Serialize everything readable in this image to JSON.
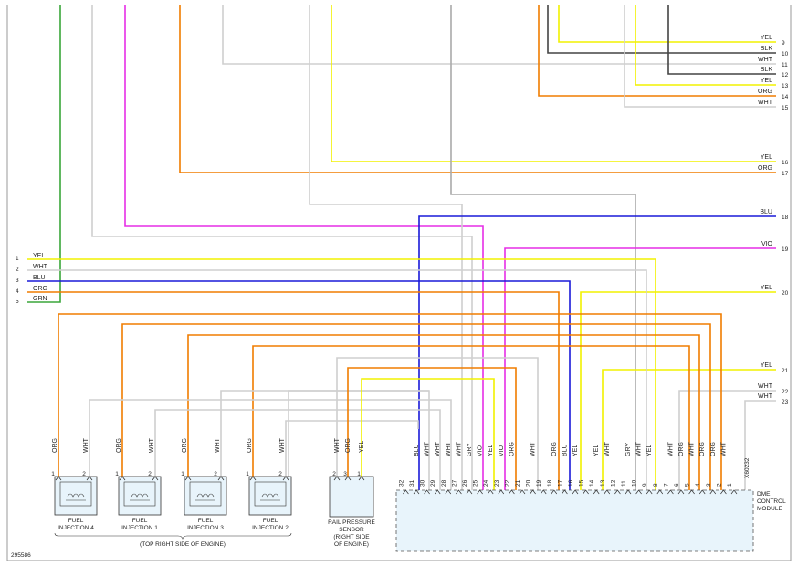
{
  "diagram_id": "295586",
  "colors": {
    "YEL": "#f2f200",
    "WHT": "#cfcfcf",
    "BLU": "#1a1ad8",
    "ORG": "#f07d00",
    "GRN": "#3aa63a",
    "BLK": "#444444",
    "VIO": "#e62ee6",
    "GRY": "#aaaaaa"
  },
  "left_connector": {
    "pins": [
      {
        "num": "1",
        "color": "YEL"
      },
      {
        "num": "2",
        "color": "WHT"
      },
      {
        "num": "3",
        "color": "BLU"
      },
      {
        "num": "4",
        "color": "ORG"
      },
      {
        "num": "5",
        "color": "GRN"
      }
    ]
  },
  "right_connector": {
    "pins": [
      {
        "num": "9",
        "color": "YEL"
      },
      {
        "num": "10",
        "color": "BLK"
      },
      {
        "num": "11",
        "color": "WHT"
      },
      {
        "num": "12",
        "color": "BLK"
      },
      {
        "num": "13",
        "color": "YEL"
      },
      {
        "num": "14",
        "color": "ORG"
      },
      {
        "num": "15",
        "color": "WHT"
      },
      {
        "num": "16",
        "color": "YEL"
      },
      {
        "num": "17",
        "color": "ORG"
      },
      {
        "num": "18",
        "color": "BLU"
      },
      {
        "num": "19",
        "color": "VIO"
      },
      {
        "num": "20",
        "color": "YEL"
      },
      {
        "num": "21",
        "color": "YEL"
      },
      {
        "num": "22",
        "color": "WHT"
      },
      {
        "num": "23",
        "color": "WHT"
      }
    ]
  },
  "injectors": [
    {
      "name": "FUEL\nINJECTION 4",
      "pin1_wire": "ORG",
      "pin2_wire": "WHT"
    },
    {
      "name": "FUEL\nINJECTION 1",
      "pin1_wire": "ORG",
      "pin2_wire": "WHT"
    },
    {
      "name": "FUEL\nINJECTION 3",
      "pin1_wire": "ORG",
      "pin2_wire": "WHT"
    },
    {
      "name": "FUEL\nINJECTION 2",
      "pin1_wire": "ORG",
      "pin2_wire": "WHT"
    }
  ],
  "injector_pin_labels": [
    "1",
    "2"
  ],
  "injector_group_caption": "(TOP RIGHT SIDE OF ENGINE)",
  "rail_sensor": {
    "name": "RAIL PRESSURE\nSENSOR\n(RIGHT SIDE\nOF ENGINE)",
    "pins": [
      {
        "num": "2",
        "color": "WHT"
      },
      {
        "num": "3",
        "color": "ORG"
      },
      {
        "num": "1",
        "color": "YEL"
      }
    ]
  },
  "dme": {
    "name": "DME\nCONTROL\nMODULE",
    "connector_id": "X60232",
    "pins": [
      {
        "num": "32",
        "wire": ""
      },
      {
        "num": "31",
        "wire": "BLU"
      },
      {
        "num": "30",
        "wire": "WHT"
      },
      {
        "num": "29",
        "wire": "WHT"
      },
      {
        "num": "28",
        "wire": "WHT"
      },
      {
        "num": "27",
        "wire": "WHT"
      },
      {
        "num": "26",
        "wire": "GRY"
      },
      {
        "num": "25",
        "wire": "VIO"
      },
      {
        "num": "24",
        "wire": "YEL"
      },
      {
        "num": "23",
        "wire": "VIO"
      },
      {
        "num": "22",
        "wire": "ORG"
      },
      {
        "num": "21",
        "wire": ""
      },
      {
        "num": "20",
        "wire": "WHT"
      },
      {
        "num": "19",
        "wire": ""
      },
      {
        "num": "18",
        "wire": "ORG"
      },
      {
        "num": "17",
        "wire": "BLU"
      },
      {
        "num": "16",
        "wire": "YEL"
      },
      {
        "num": "15",
        "wire": ""
      },
      {
        "num": "14",
        "wire": "YEL"
      },
      {
        "num": "13",
        "wire": "WHT"
      },
      {
        "num": "12",
        "wire": ""
      },
      {
        "num": "11",
        "wire": "GRY"
      },
      {
        "num": "10",
        "wire": "WHT"
      },
      {
        "num": "9",
        "wire": "YEL"
      },
      {
        "num": "8",
        "wire": ""
      },
      {
        "num": "7",
        "wire": "WHT"
      },
      {
        "num": "6",
        "wire": "ORG"
      },
      {
        "num": "5",
        "wire": "WHT"
      },
      {
        "num": "4",
        "wire": "ORG"
      },
      {
        "num": "3",
        "wire": "ORG"
      },
      {
        "num": "2",
        "wire": "WHT"
      },
      {
        "num": "1",
        "wire": ""
      }
    ]
  }
}
